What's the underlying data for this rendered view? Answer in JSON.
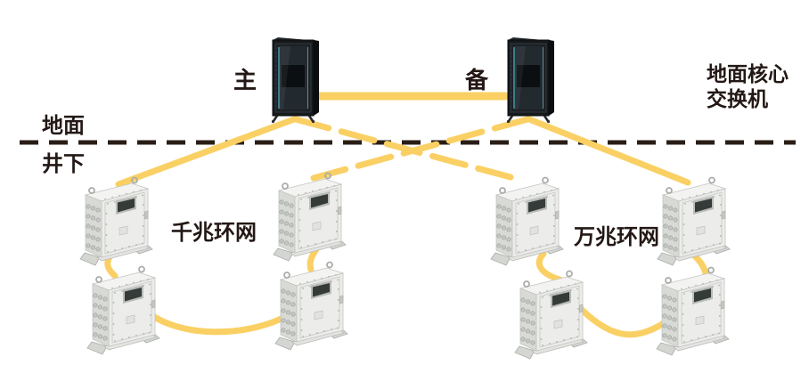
{
  "diagram_type": "mine-network-topology",
  "colors": {
    "connection_yellow": "#FAD064",
    "divider_dark": "#2A1D15",
    "text_dark": "#231815",
    "box_body": "#ECEDEA",
    "rack_body": "#16191C"
  },
  "labels": {
    "primary": "主",
    "backup": "备",
    "core_switch_line1": "地面核心",
    "core_switch_line2": "交换机",
    "surface": "地面",
    "underground": "井下",
    "left_ring": "千兆环网",
    "right_ring": "万兆环网"
  },
  "equipment": {
    "racks": [
      {
        "id": "primary-core-switch",
        "label": "主"
      },
      {
        "id": "backup-core-switch",
        "label": "备"
      }
    ],
    "rings": [
      {
        "id": "gigabit-ring",
        "label": "千兆环网",
        "switch_count": 4
      },
      {
        "id": "ten-gigabit-ring",
        "label": "万兆环网",
        "switch_count": 4
      }
    ]
  }
}
